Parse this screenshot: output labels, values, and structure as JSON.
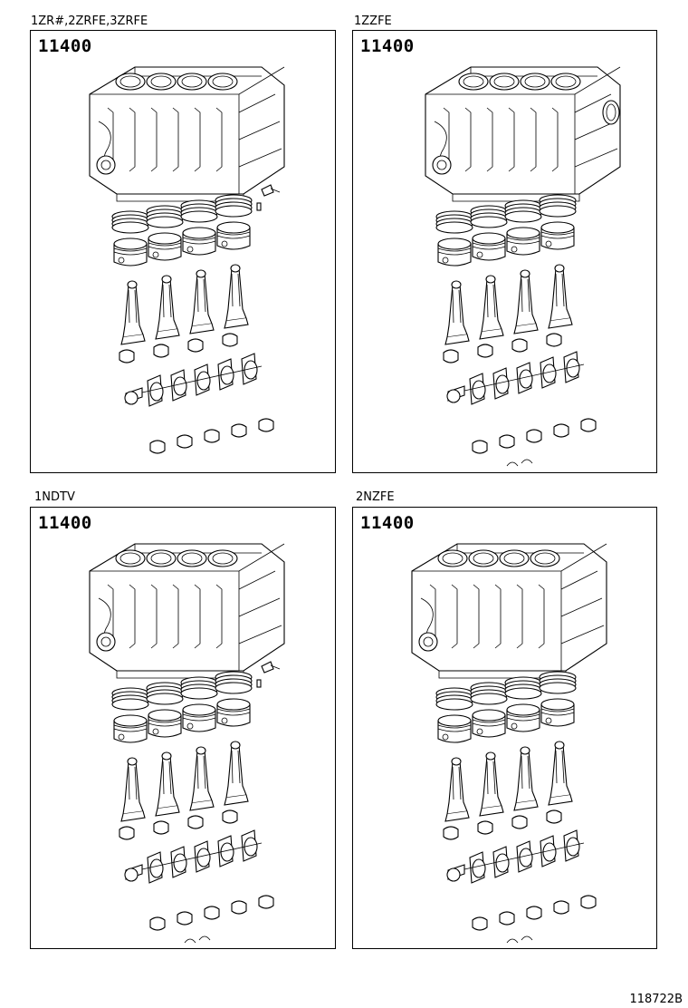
{
  "panels": [
    {
      "engine": "1ZR#,2ZRFE,3ZRFE",
      "part_number": "11400"
    },
    {
      "engine": "1ZZFE",
      "part_number": "11400"
    },
    {
      "engine": "1NDTV",
      "part_number": "11400"
    },
    {
      "engine": "2NZFE",
      "part_number": "11400"
    }
  ],
  "footer": {
    "code": "118722B"
  },
  "illustration": {
    "block": "cylinder-block",
    "pistons": "piston-ring-sets",
    "rods": "connecting-rods",
    "crank": "crankshaft",
    "bearings": "bearings"
  }
}
